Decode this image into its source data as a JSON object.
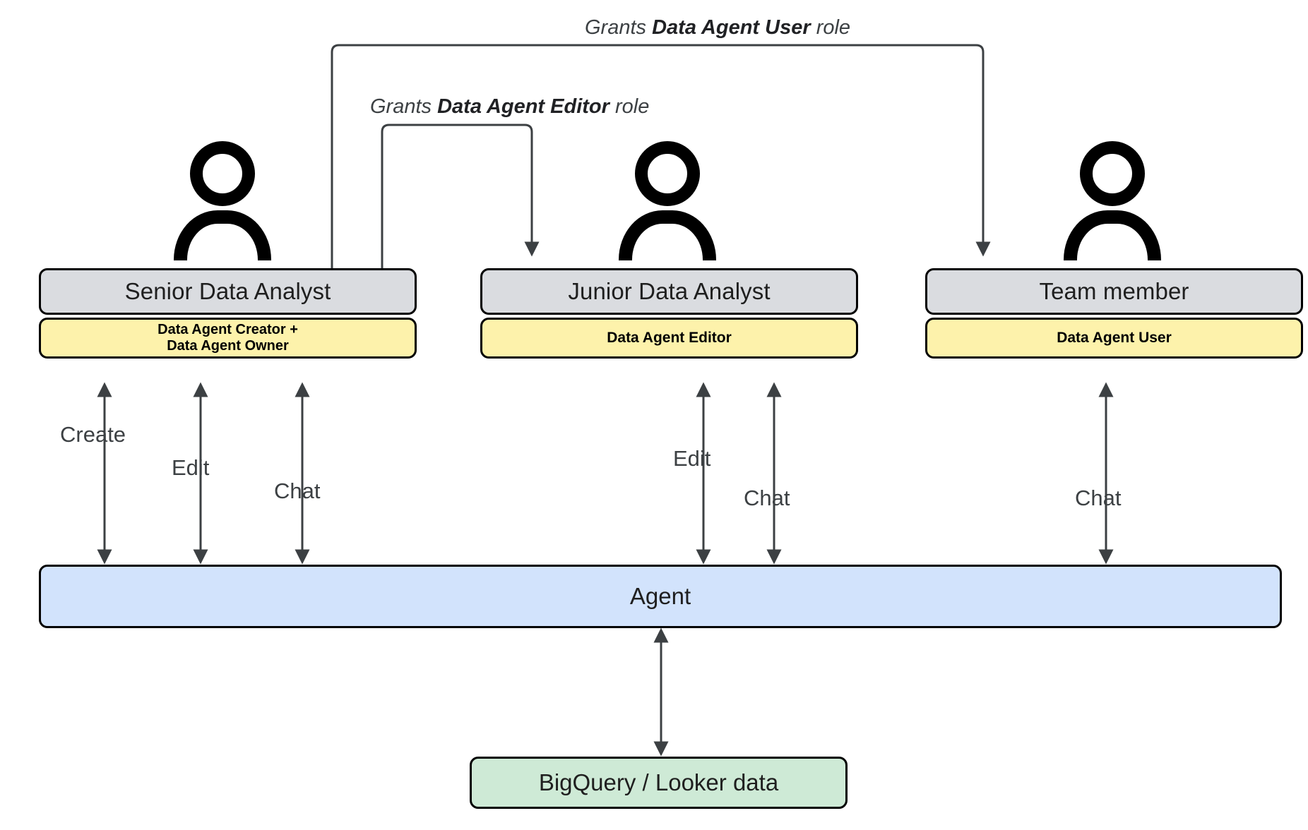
{
  "diagram": {
    "title": "Data Agent roles and access diagram",
    "colors": {
      "person_icon": "#000000",
      "card_title_bg": "#dadce0",
      "card_role_bg": "#fdf2ab",
      "agent_bg": "#d2e3fc",
      "data_bg": "#ceead6",
      "connector": "#3c4043",
      "border": "#000000",
      "text": "#1f1f1f"
    }
  },
  "grant_labels": [
    {
      "prefix": "Grants ",
      "emphasis": "Data Agent User",
      "suffix": " role"
    },
    {
      "prefix": "Grants ",
      "emphasis": "Data Agent Editor",
      "suffix": " role"
    }
  ],
  "actors": [
    {
      "icon": "person-icon",
      "title": "Senior Data Analyst",
      "role_line1": "Data Agent Creator +",
      "role_line2": "Data Agent Owner"
    },
    {
      "icon": "person-icon",
      "title": "Junior Data Analyst",
      "role_line1": "Data Agent Editor",
      "role_line2": ""
    },
    {
      "icon": "person-icon",
      "title": "Team member",
      "role_line1": "Data Agent User",
      "role_line2": ""
    }
  ],
  "action_labels": [
    {
      "text": "Create"
    },
    {
      "text": "Edit"
    },
    {
      "text": "Chat"
    },
    {
      "text": "Edit"
    },
    {
      "text": "Chat"
    },
    {
      "text": "Chat"
    }
  ],
  "nodes": {
    "agent": "Agent",
    "data_source": "BigQuery / Looker data"
  }
}
